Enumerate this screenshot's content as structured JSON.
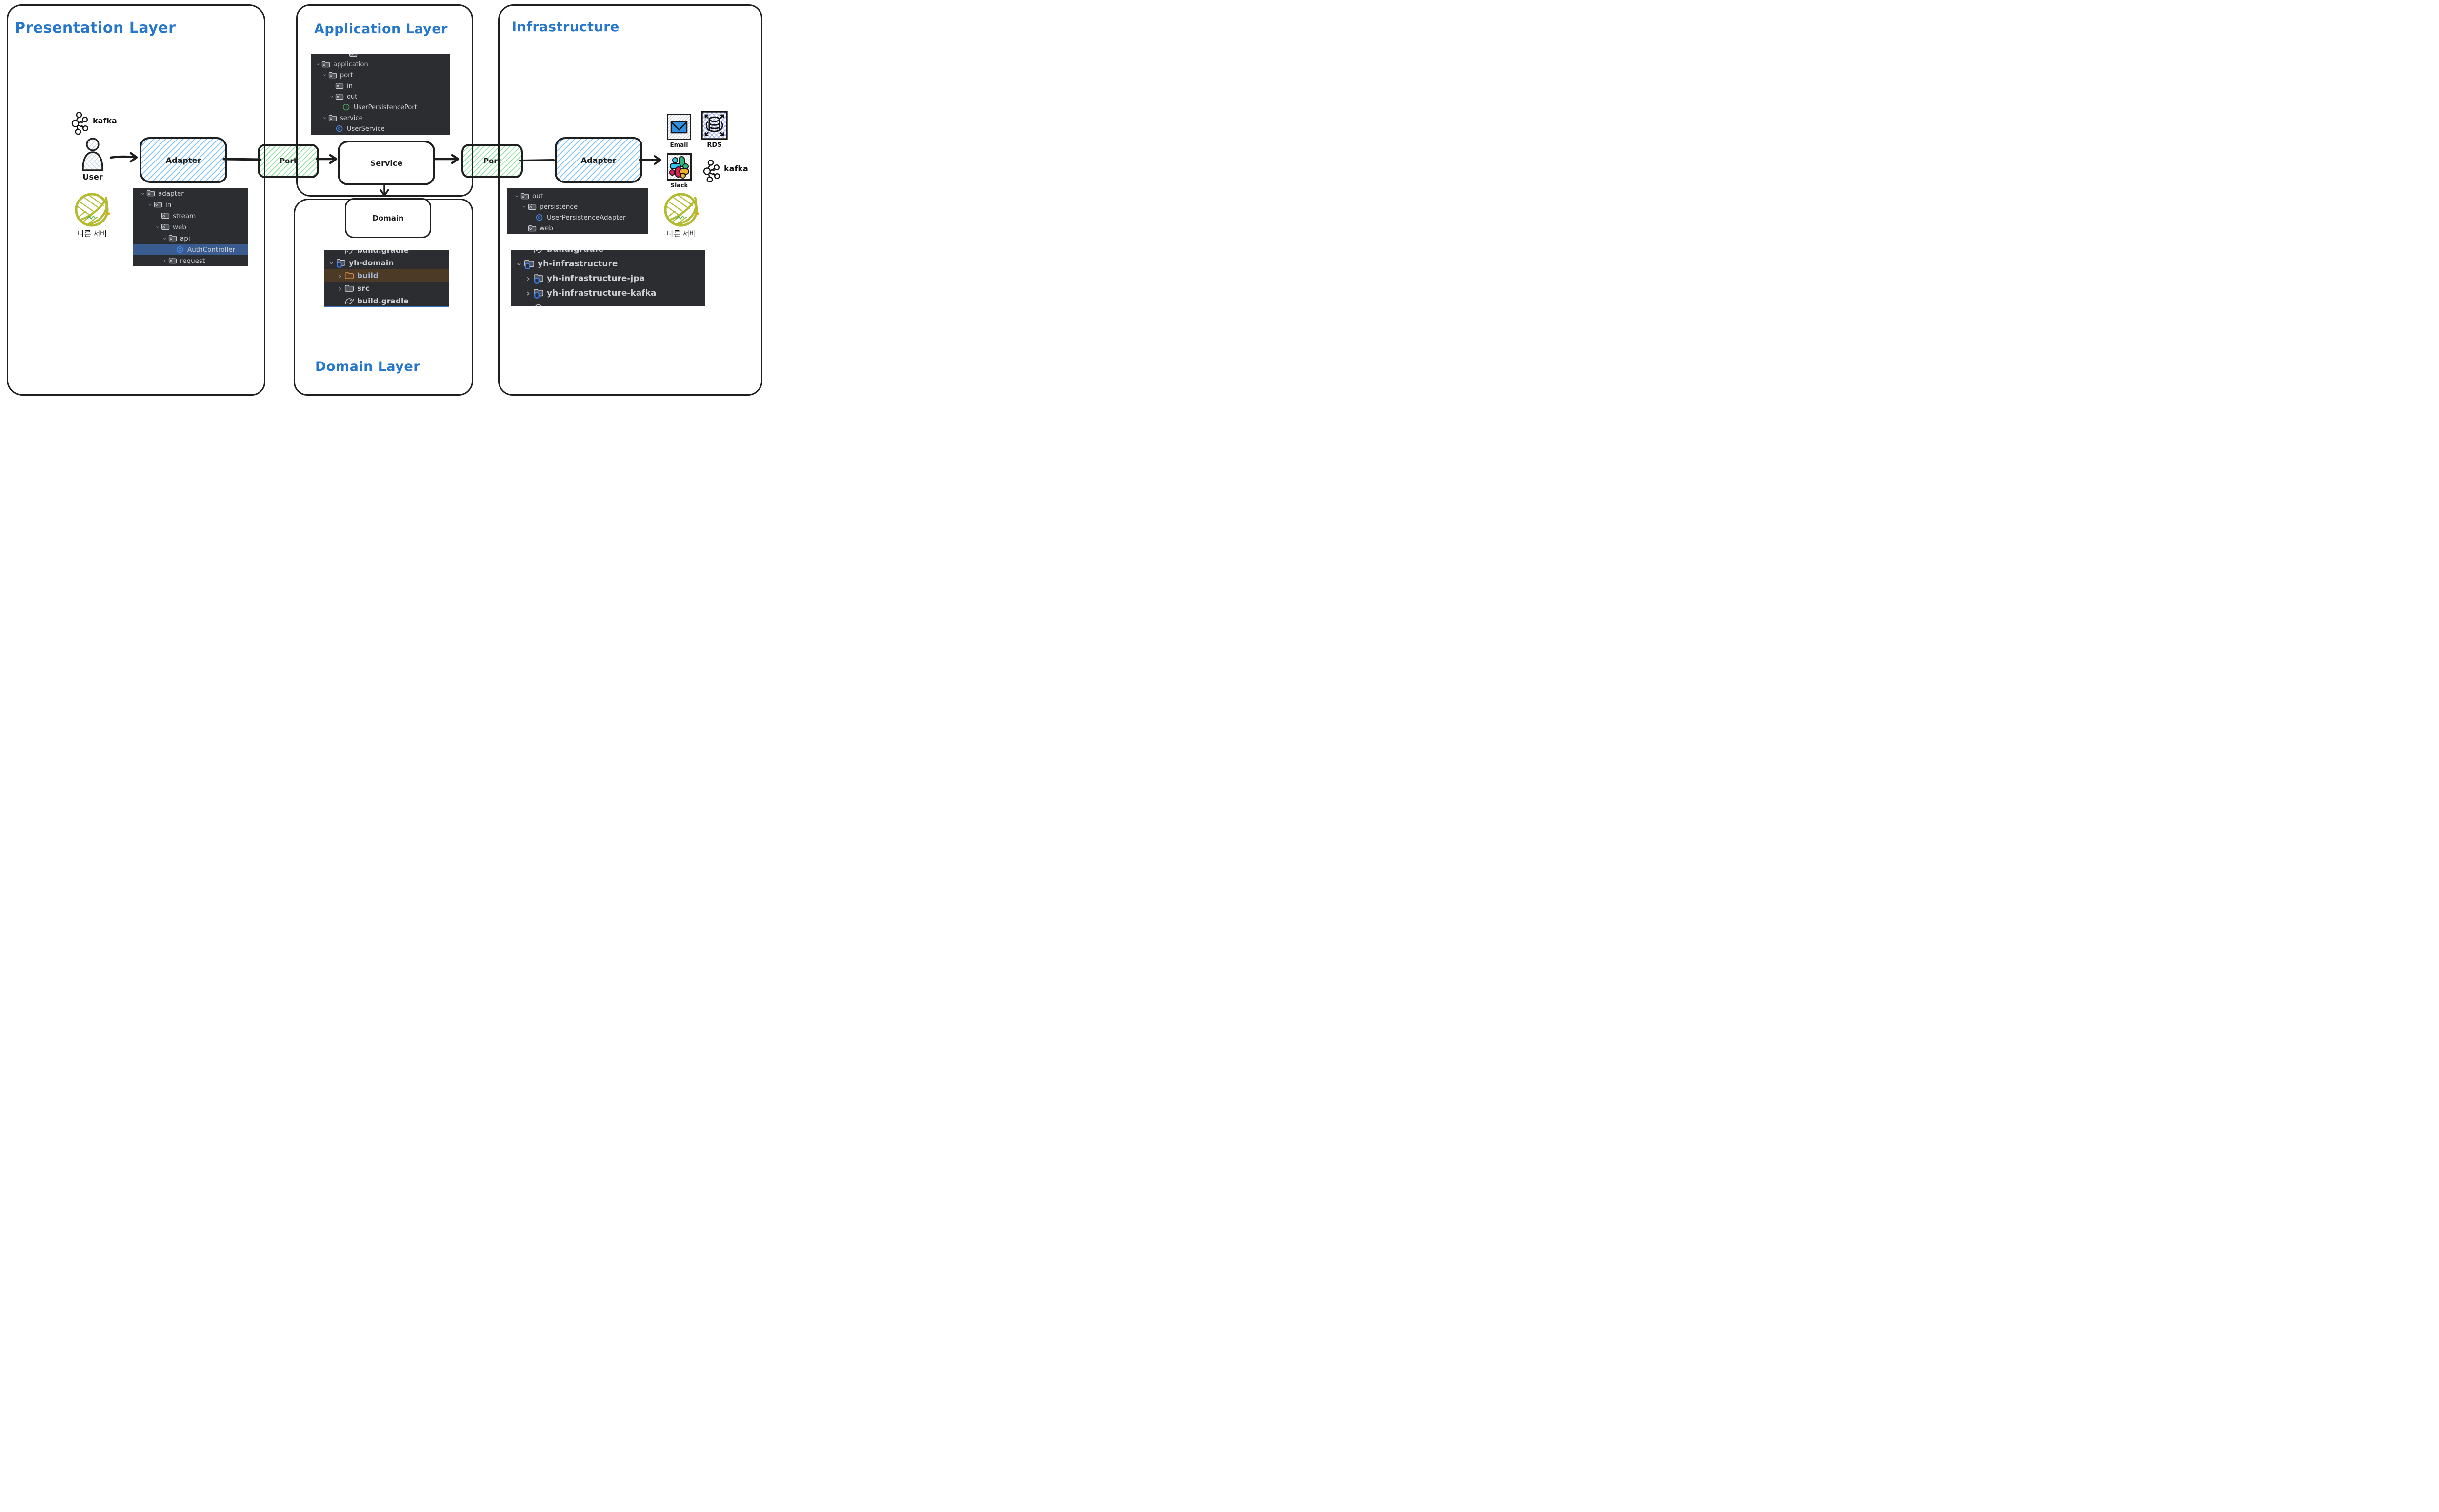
{
  "diagram": {
    "kind": "hexagonal-architecture-sketch"
  },
  "colors": {
    "stroke": "#1e1e1e",
    "title_blue": "#2677cc",
    "hatch_blue": "#74c0fc",
    "hatch_green": "#69db7c",
    "panel_bg": "#2b2d31",
    "panel_text": "#ccd0d4",
    "selection_blue": "#3a5b8f",
    "build_row_bg": "#4c3a26",
    "build_text": "#a2b4d4",
    "build_folder_orange": "#cd8e57",
    "module_badge_blue": "#3d7df0",
    "class_icon_blue": "#4a8df2",
    "interface_icon_green": "#57a75c",
    "spring_olive": "#b3bb33",
    "email_envelope_blue": "#2f8fe0",
    "slack_blue": "#36c5f0",
    "slack_green": "#2eb67d",
    "slack_red": "#e01e5a",
    "slack_yellow": "#ecb22c"
  },
  "layers": {
    "presentation": {
      "title": "Presentation Layer"
    },
    "application": {
      "title": "Application Layer"
    },
    "domain": {
      "title": "Domain Layer"
    },
    "infrastructure": {
      "title": "Infrastructure"
    }
  },
  "nodes": {
    "adapter_presentation": {
      "label": "Adapter"
    },
    "port_in": {
      "label": "Port"
    },
    "service": {
      "label": "Service"
    },
    "port_out": {
      "label": "Port"
    },
    "adapter_infrastructure": {
      "label": "Adapter"
    },
    "domain": {
      "label": "Domain"
    }
  },
  "externals": {
    "kafka_left": {
      "label": "kafka",
      "icon": "kafka-cluster-icon"
    },
    "user": {
      "label": "User",
      "icon": "person-icon"
    },
    "other_server_left": {
      "label": "다른 서버",
      "icon": "spring-leaf-icon"
    },
    "email": {
      "label": "Email",
      "icon": "email-icon"
    },
    "rds": {
      "label": "RDS",
      "icon": "rds-database-icon"
    },
    "slack": {
      "label": "Slack",
      "icon": "slack-icon"
    },
    "kafka_right": {
      "label": "kafka",
      "icon": "kafka-cluster-icon"
    },
    "other_server_right": {
      "label": "다른 서버",
      "icon": "spring-leaf-icon"
    }
  },
  "trees": {
    "application_package": {
      "rows": [
        {
          "label": "",
          "level": 4,
          "chevron": null,
          "icon": "folder",
          "partial": "top"
        },
        {
          "label": "application",
          "level": 0,
          "chevron": "open",
          "icon": "folder"
        },
        {
          "label": "port",
          "level": 1,
          "chevron": "open",
          "icon": "folder"
        },
        {
          "label": "in",
          "level": 2,
          "chevron": null,
          "icon": "folder"
        },
        {
          "label": "out",
          "level": 2,
          "chevron": "open",
          "icon": "folder"
        },
        {
          "label": "UserPersistencePort",
          "level": 3,
          "chevron": null,
          "icon": "interface"
        },
        {
          "label": "service",
          "level": 1,
          "chevron": "open",
          "icon": "folder"
        },
        {
          "label": "UserService",
          "level": 2,
          "chevron": null,
          "icon": "class"
        },
        {
          "label": "",
          "level": 2,
          "chevron": null,
          "icon": "interface",
          "partial": "bottom"
        }
      ]
    },
    "adapter_package": {
      "rows": [
        {
          "label": "adapter",
          "level": 0,
          "chevron": "open",
          "icon": "folder"
        },
        {
          "label": "in",
          "level": 1,
          "chevron": "open",
          "icon": "folder"
        },
        {
          "label": "stream",
          "level": 2,
          "chevron": null,
          "icon": "folder"
        },
        {
          "label": "web",
          "level": 2,
          "chevron": "open",
          "icon": "folder"
        },
        {
          "label": "api",
          "level": 3,
          "chevron": "open",
          "icon": "folder"
        },
        {
          "label": "AuthController",
          "level": 4,
          "chevron": null,
          "icon": "class",
          "state": "selected"
        },
        {
          "label": "request",
          "level": 3,
          "chevron": "closed",
          "icon": "folder"
        }
      ]
    },
    "out_package": {
      "rows": [
        {
          "label": "",
          "level": 3,
          "chevron": null,
          "icon": "dot",
          "partial": "top"
        },
        {
          "label": "out",
          "level": 0,
          "chevron": "open",
          "icon": "folder"
        },
        {
          "label": "persistence",
          "level": 1,
          "chevron": "open",
          "icon": "folder"
        },
        {
          "label": "UserPersistenceAdapter",
          "level": 2,
          "chevron": null,
          "icon": "class"
        },
        {
          "label": "web",
          "level": 1,
          "chevron": null,
          "icon": "folder"
        }
      ]
    },
    "yh_domain_module": {
      "rows": [
        {
          "label": "build.gradle",
          "level": 1,
          "chevron": null,
          "icon": "gradle",
          "partial": "top"
        },
        {
          "label": "yh-domain",
          "level": 0,
          "chevron": "open",
          "icon": "module"
        },
        {
          "label": "build",
          "level": 1,
          "chevron": "closed",
          "icon": "folder-build",
          "state": "build-highlight"
        },
        {
          "label": "src",
          "level": 1,
          "chevron": "closed",
          "icon": "folder-plain"
        },
        {
          "label": "build.gradle",
          "level": 1,
          "chevron": null,
          "icon": "gradle"
        }
      ]
    },
    "yh_infrastructure_module": {
      "rows": [
        {
          "label": "build.gradle",
          "level": 1,
          "chevron": null,
          "icon": "gradle",
          "partial": "top"
        },
        {
          "label": "yh-infrastructure",
          "level": 0,
          "chevron": "open",
          "icon": "module"
        },
        {
          "label": "yh-infrastructure-jpa",
          "level": 1,
          "chevron": "closed",
          "icon": "module"
        },
        {
          "label": "yh-infrastructure-kafka",
          "level": 1,
          "chevron": "closed",
          "icon": "module"
        },
        {
          "label": "",
          "level": 1,
          "chevron": null,
          "icon": "circle",
          "partial": "bottom"
        }
      ]
    }
  }
}
